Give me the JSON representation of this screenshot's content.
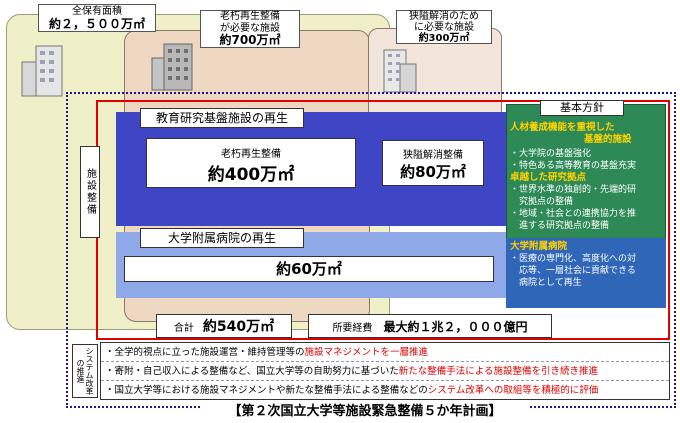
{
  "total_area": {
    "label": "全保有面積",
    "value": "約２，５００万㎡"
  },
  "aging_need": {
    "label_line1": "老朽再生整備",
    "label_line2": "が必要な施設",
    "value": "約700万㎡"
  },
  "narrow_need": {
    "label_line1": "狭隘解消のため",
    "label_line2": "に必要な施設",
    "value": "約300万㎡"
  },
  "facility_label": "施設整備",
  "edu_section": {
    "title": "教育研究基盤施設の再生"
  },
  "aging_renewal": {
    "label": "老朽再生整備",
    "value": "約400万㎡"
  },
  "narrow_fix": {
    "label": "狭隘解消整備",
    "value": "約80万㎡"
  },
  "hospital_section": {
    "title": "大学附属病院の再生",
    "value": "約60万㎡"
  },
  "basic_policy": {
    "title": "基本方針",
    "heading_line1": "人材養成機能を重視した",
    "heading_line2": "基盤的施設",
    "items1": [
      "・大学院の基盤強化",
      "・特色ある高等教育の基盤充実"
    ],
    "subheading": "卓越した研究拠点",
    "items2": [
      "・世界水準の独創的・先端的研",
      "　究拠点の整備",
      "・地域・社会との連携協力を推",
      "　進する研究拠点の整備"
    ],
    "hospital_heading": "大学附属病院",
    "hospital_items": [
      "・医療の専門化、高度化への対",
      "　応等、一層社会に貢献できる",
      "　病院として再生"
    ]
  },
  "total": {
    "label": "合計",
    "value": "約540万㎡"
  },
  "cost": {
    "label": "所要経費",
    "value": "最大約１兆２，０００億円"
  },
  "system_reform_label": "システム改革の推進",
  "reforms": [
    {
      "before": "・全学的視点に立った施設運営・維持管理等の",
      "highlight": "施設マネジメントを一層推進",
      "after": ""
    },
    {
      "before": "・寄附・自己収入による整備など、国立大学等の自助努力に基づいた",
      "highlight": "新たな整備手法による施設整備を引き続き推進",
      "after": ""
    },
    {
      "before": "・国立大学等における施設マネジメントや新たな整備手法による整備などの",
      "highlight": "システム改革への取組等を積極的に評価",
      "after": ""
    }
  ],
  "plan_title": "【第２次国立大学等施設緊急整備５か年計画】",
  "colors": {
    "outer_bg": "#efefc8",
    "aging_bg": "#eed8c2",
    "narrow_bg": "#f2e6dc",
    "edu_blue": "#3f46c6",
    "hospital_blue": "#8fa8e8",
    "policy_green": "#2d8a57",
    "red_line": "#e00000",
    "dotted_navy": "#1a1a8a",
    "highlight_red": "#e00000"
  }
}
